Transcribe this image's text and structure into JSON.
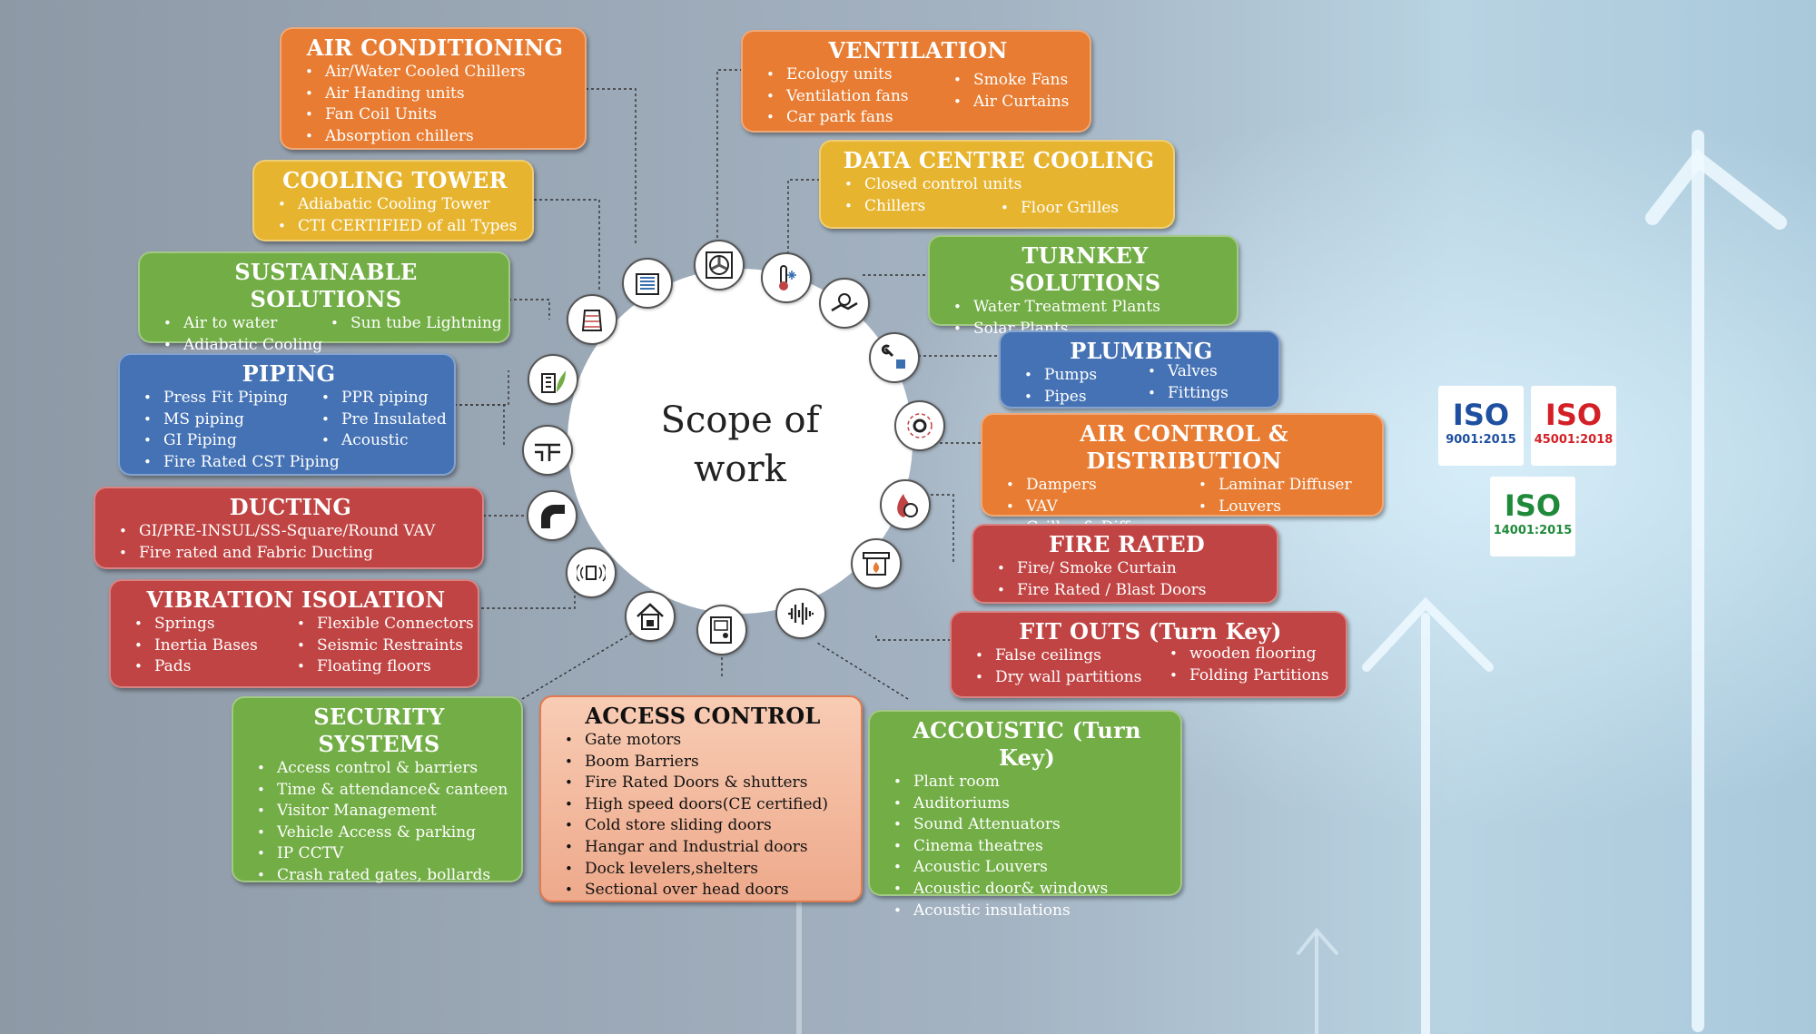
{
  "center": {
    "line1": "Scope of",
    "line2": "work"
  },
  "colors": {
    "orange": "#e77c32",
    "yellow": "#e7b42f",
    "green": "#72ad45",
    "blue": "#4472b4",
    "red": "#c04443",
    "peach": "#f2b89a"
  },
  "boxes": {
    "air_conditioning": {
      "title": "AIR CONDITIONING",
      "items": [
        "Air/Water Cooled Chillers",
        "Air Handing units",
        "Fan Coil Units",
        "Absorption chillers"
      ]
    },
    "cooling_tower": {
      "title": "COOLING TOWER",
      "items": [
        "Adiabatic Cooling Tower",
        "CTI CERTIFIED of all Types"
      ]
    },
    "sustainable": {
      "title": "SUSTAINABLE SOLUTIONS",
      "col1": [
        "Air to water",
        "Adiabatic Cooling"
      ],
      "col2": [
        "Sun tube Lightning"
      ]
    },
    "piping": {
      "title": "PIPING",
      "col1": [
        "Press Fit Piping",
        "MS piping",
        "GI Piping",
        "Fire Rated CST Piping"
      ],
      "col2": [
        "PPR piping",
        "Pre Insulated",
        "Acoustic"
      ]
    },
    "ducting": {
      "title": "DUCTING",
      "items": [
        "GI/PRE-INSUL/SS-Square/Round VAV",
        "Fire rated and Fabric Ducting"
      ]
    },
    "vibration": {
      "title": "VIBRATION ISOLATION",
      "col1": [
        "Springs",
        "Inertia Bases",
        "Pads"
      ],
      "col2": [
        "Flexible Connectors",
        "Seismic Restraints",
        "Floating floors"
      ]
    },
    "security": {
      "title": "SECURITY SYSTEMS",
      "items": [
        "Access control & barriers",
        "Time & attendance& canteen",
        "Visitor Management",
        "Vehicle Access & parking",
        "IP CCTV",
        "Crash rated gates, bollards"
      ]
    },
    "access_control": {
      "title": "ACCESS CONTROL",
      "items": [
        "Gate motors",
        "Boom Barriers",
        "Fire Rated Doors & shutters",
        "High speed doors(CE certified)",
        "Cold store sliding doors",
        "Hangar and Industrial doors",
        "Dock levelers,shelters",
        "Sectional over head doors"
      ]
    },
    "acoustic": {
      "title": "ACCOUSTIC (Turn Key)",
      "items": [
        "Plant room",
        "Auditoriums",
        "Sound Attenuators",
        "Cinema theatres",
        "Acoustic Louvers",
        "Acoustic door& windows",
        "Acoustic insulations"
      ]
    },
    "ventilation": {
      "title": "VENTILATION",
      "col1": [
        "Ecology units",
        "Ventilation fans",
        "Car park fans"
      ],
      "col2": [
        "Smoke Fans",
        "Air Curtains"
      ]
    },
    "data_centre": {
      "title": "DATA CENTRE COOLING",
      "col1": [
        "Closed control units",
        "Chillers"
      ],
      "col2": [
        "Floor Grilles"
      ]
    },
    "turnkey": {
      "title": "TURNKEY SOLUTIONS",
      "items": [
        "Water Treatment Plants",
        "Solar Plants"
      ]
    },
    "plumbing": {
      "title": "PLUMBING",
      "col1": [
        "Pumps",
        "Pipes"
      ],
      "col2": [
        "Valves",
        "Fittings"
      ]
    },
    "air_control": {
      "title": "AIR CONTROL & DISTRIBUTION",
      "col1": [
        "Dampers",
        "VAV",
        "Grilles & Diffusers"
      ],
      "col2": [
        "Laminar Diffuser",
        "Louvers"
      ]
    },
    "fire_rated": {
      "title": "FIRE RATED",
      "items": [
        "Fire/ Smoke Curtain",
        "Fire Rated / Blast Doors"
      ]
    },
    "fit_outs": {
      "title": "FIT OUTS (Turn Key)",
      "col1": [
        "False ceilings",
        "Dry wall partitions"
      ],
      "col2": [
        "wooden flooring",
        "Folding Partitions"
      ]
    }
  },
  "iso_badges": [
    {
      "word": "ISO",
      "number": "9001:2015",
      "color": "#1e4fa0"
    },
    {
      "word": "ISO",
      "number": "45001:2018",
      "color": "#d32027"
    },
    {
      "word": "ISO",
      "number": "14001:2015",
      "color": "#1f8a3a"
    }
  ],
  "icons": [
    "ac-unit-icon",
    "fan-icon",
    "thermometer-snowflake-icon",
    "handshake-gear-icon",
    "plumbing-wrench-icon",
    "air-flow-gear-icon",
    "fire-clock-icon",
    "fireplace-icon",
    "sound-wave-icon",
    "access-door-icon",
    "house-lock-icon",
    "vibration-icon",
    "duct-elbow-icon",
    "pipe-icon",
    "building-leaf-icon",
    "cooling-tower-icon"
  ]
}
